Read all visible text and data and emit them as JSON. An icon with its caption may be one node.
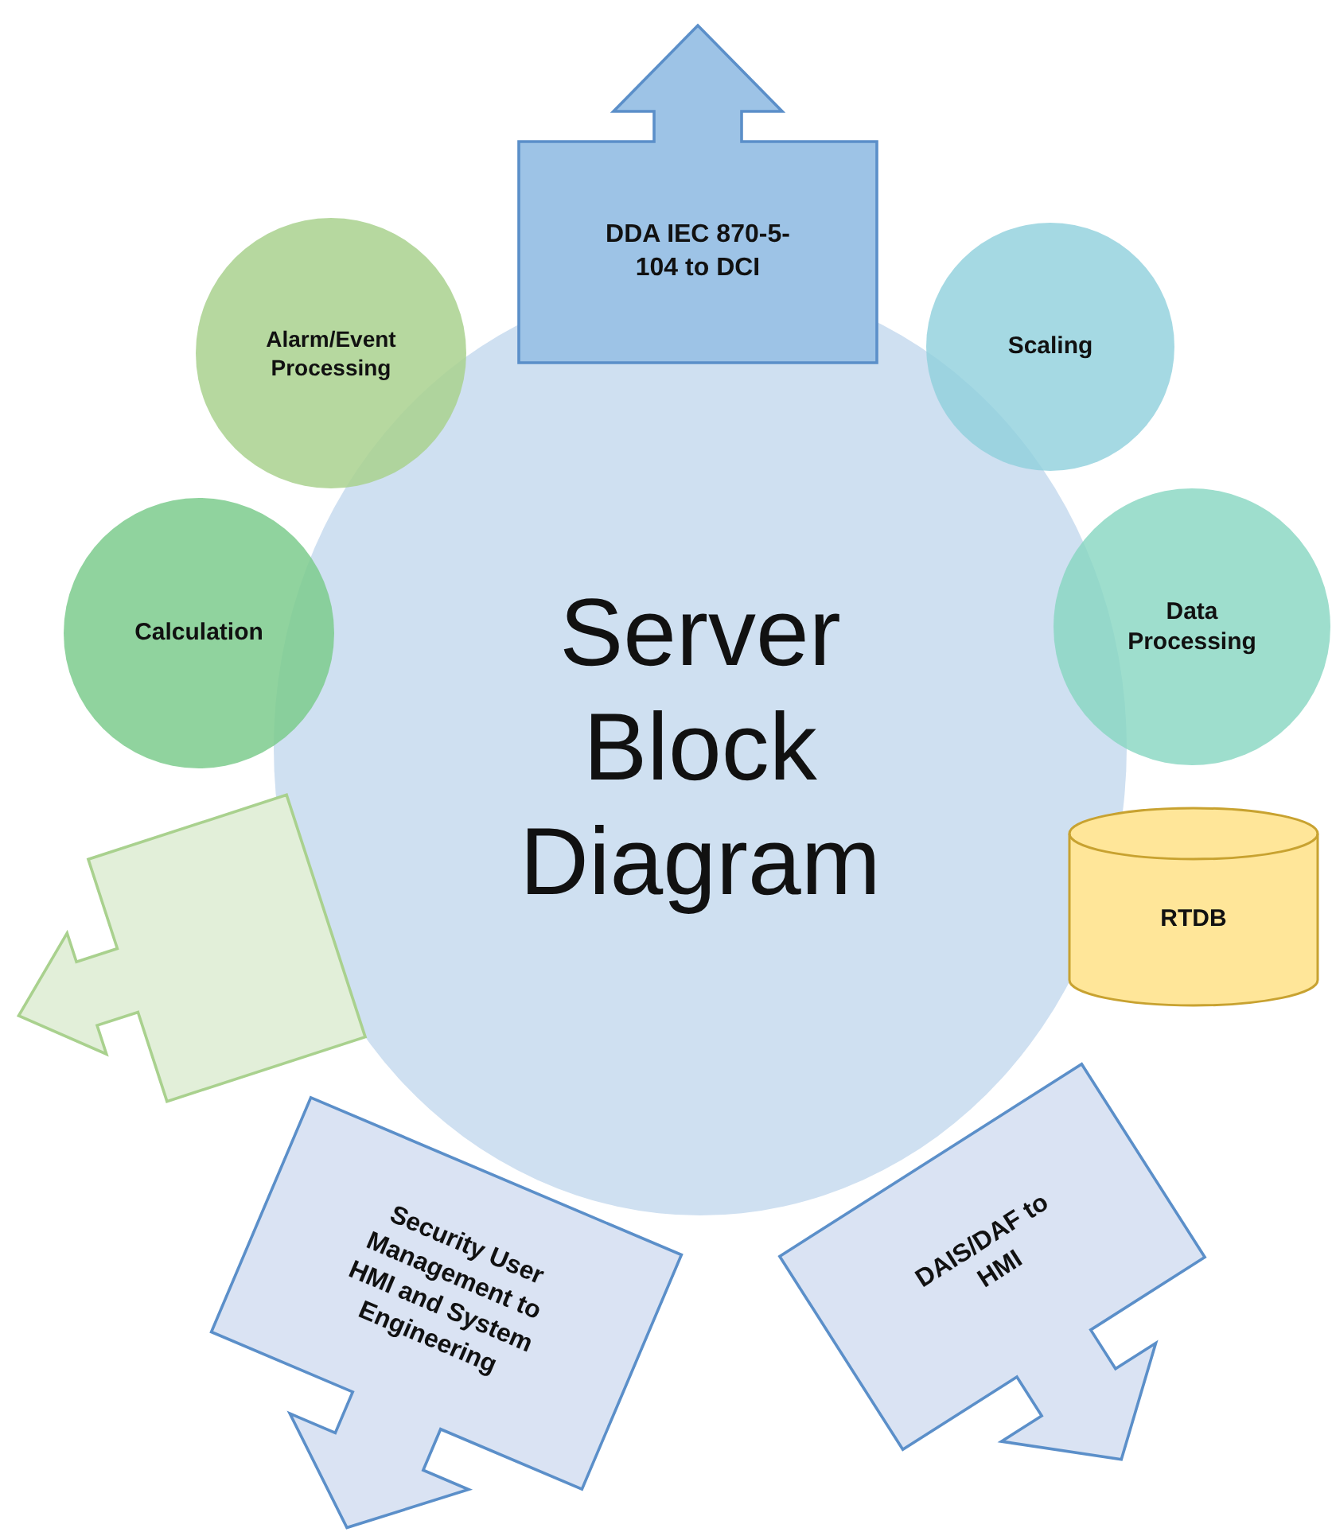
{
  "diagram": {
    "nodes": [
      {
        "text": [
          "DDA IEC 870-5-104 to DCI"
        ]
      },
      {
        "text": [
          "Alarm/Event Processing"
        ]
      },
      {
        "text": [
          "Scaling"
        ]
      },
      {
        "text": [
          "Calculation"
        ]
      },
      {
        "text": [
          "Server Block Diagram"
        ]
      },
      {
        "text": [
          "Data Processing"
        ]
      },
      {
        "text": [
          "RTDB"
        ]
      },
      {
        "text": [],
        "shape": "callout"
      },
      {
        "text": [
          "Security User Management to HMI and System Engineering"
        ]
      },
      {
        "text": [
          "DAIS/DAF to HMI"
        ]
      }
    ]
  }
}
